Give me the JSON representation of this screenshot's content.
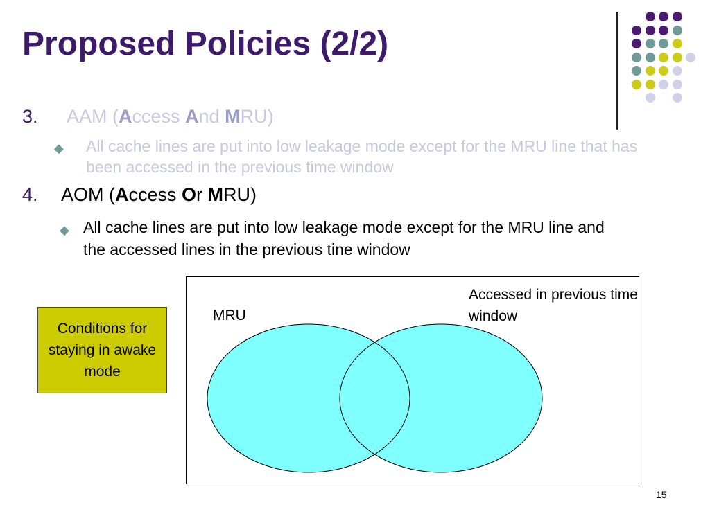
{
  "slide": {
    "title": "Proposed Policies (2/2)",
    "page_number": "15"
  },
  "item3": {
    "number": "3.",
    "pre": "AAM (",
    "k1": "A",
    "t1": "ccess ",
    "k2": "A",
    "t2": "nd ",
    "k3": "M",
    "t3": "RU)",
    "bullet_text": "All cache lines are put into low leakage mode except for the MRU line that has been accessed in the previous time window"
  },
  "item4": {
    "number": "4.",
    "pre": "AOM (",
    "k1": "A",
    "t1": "ccess ",
    "k2": "O",
    "t2": "r ",
    "k3": "M",
    "t3": "RU)",
    "bullet_text": "All cache lines are put into low leakage mode except for the MRU line and the accessed lines in the previous tine window"
  },
  "callout": {
    "text": "Conditions for staying in awake mode",
    "color": "#cccc00"
  },
  "venn": {
    "left_label": "MRU",
    "right_label": "Accessed in previous time window",
    "fill_color": "#80ffff"
  },
  "colors": {
    "title": "#3d1a6b",
    "dot_purple": "#4a1a70",
    "dot_teal": "#6f9a98",
    "dot_yellow": "#cccc1a",
    "dot_lavender": "#d0d0e8"
  }
}
